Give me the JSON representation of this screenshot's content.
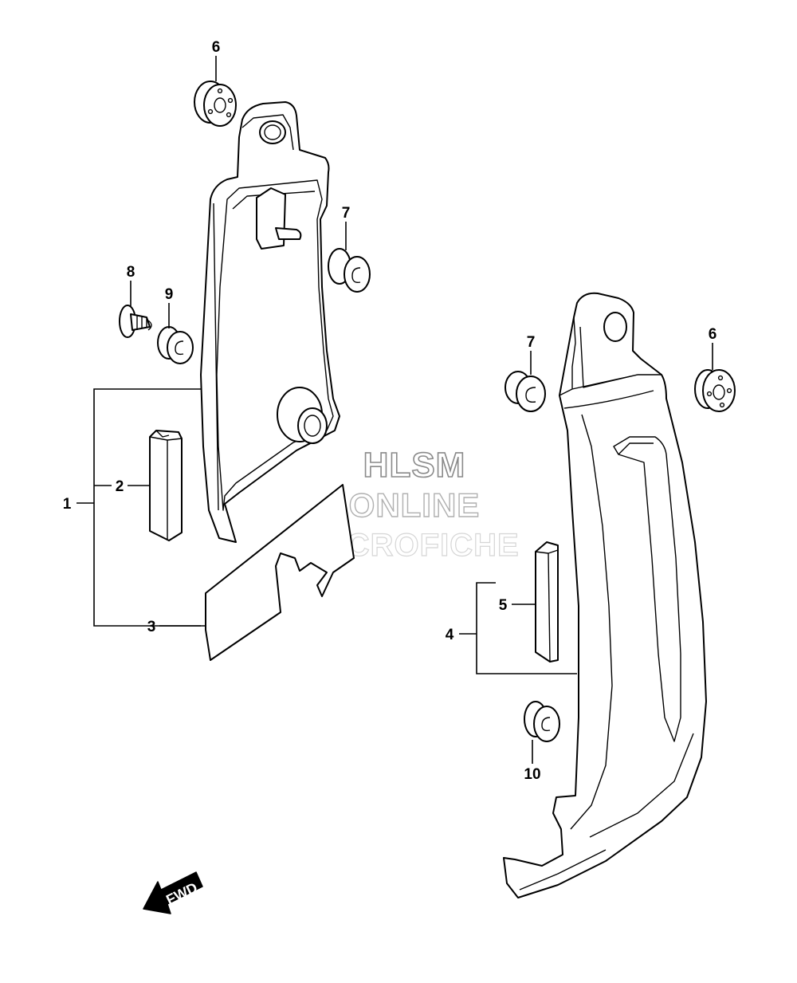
{
  "callouts": {
    "c1": "1",
    "c2": "2",
    "c3": "3",
    "c4": "4",
    "c5": "5",
    "c6a": "6",
    "c6b": "6",
    "c7a": "7",
    "c7b": "7",
    "c8": "8",
    "c9": "9",
    "c10": "10"
  },
  "watermark": {
    "line1": "HLSM",
    "line2": "ONLINE",
    "line3": "MICROFICHE"
  },
  "direction_arrow": {
    "label": "FWD",
    "icon": "fwd-arrow-icon"
  }
}
